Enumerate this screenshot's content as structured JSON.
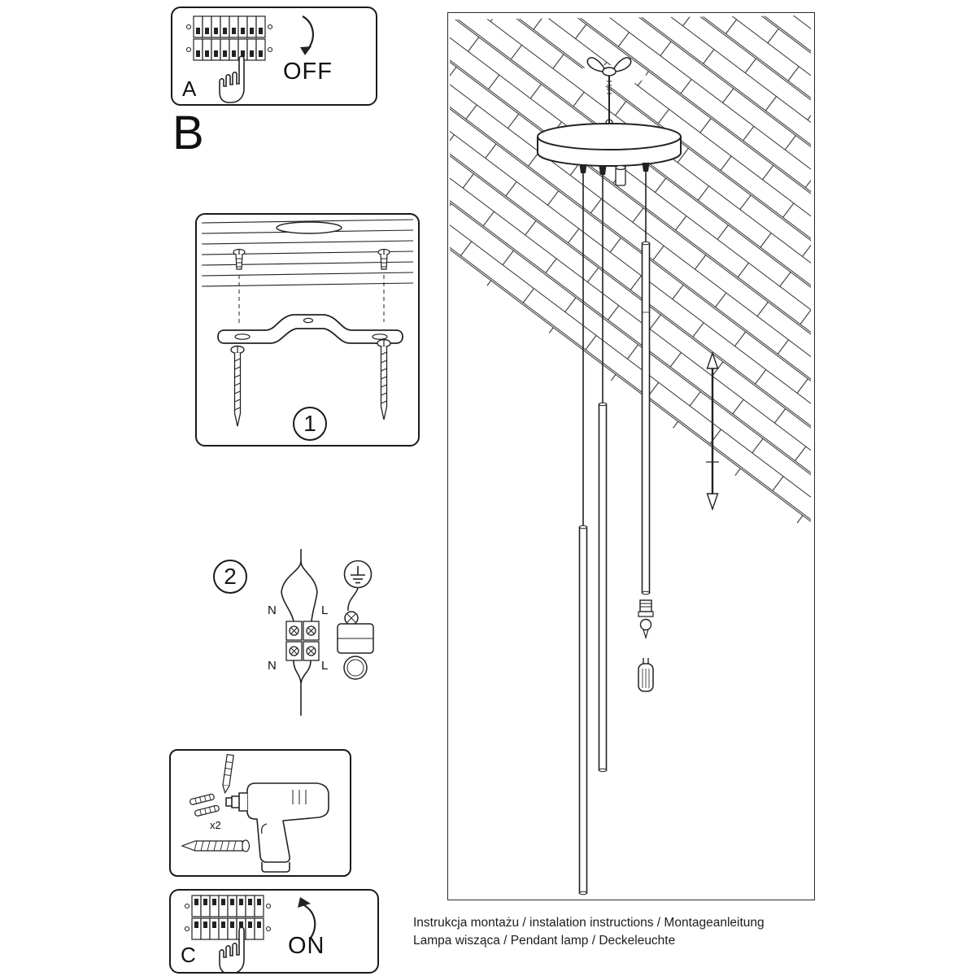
{
  "panel_a": {
    "label": "A",
    "switch_state": "OFF"
  },
  "section_b": {
    "label": "B"
  },
  "step1": {
    "number": "1"
  },
  "step2": {
    "number": "2",
    "wire_labels": {
      "n_top": "N",
      "l_top": "L",
      "n_bottom": "N",
      "l_bottom": "L"
    }
  },
  "drill_box": {
    "anchor_count": "x2"
  },
  "panel_c": {
    "label": "C",
    "switch_state": "ON"
  },
  "footer": {
    "line1": "Instrukcja montażu / instalation instructions / Montageanleitung",
    "line2": "Lampa wisząca / Pendant lamp / Deckeleuchte"
  },
  "colors": {
    "line": "#222222",
    "background": "#ffffff"
  }
}
